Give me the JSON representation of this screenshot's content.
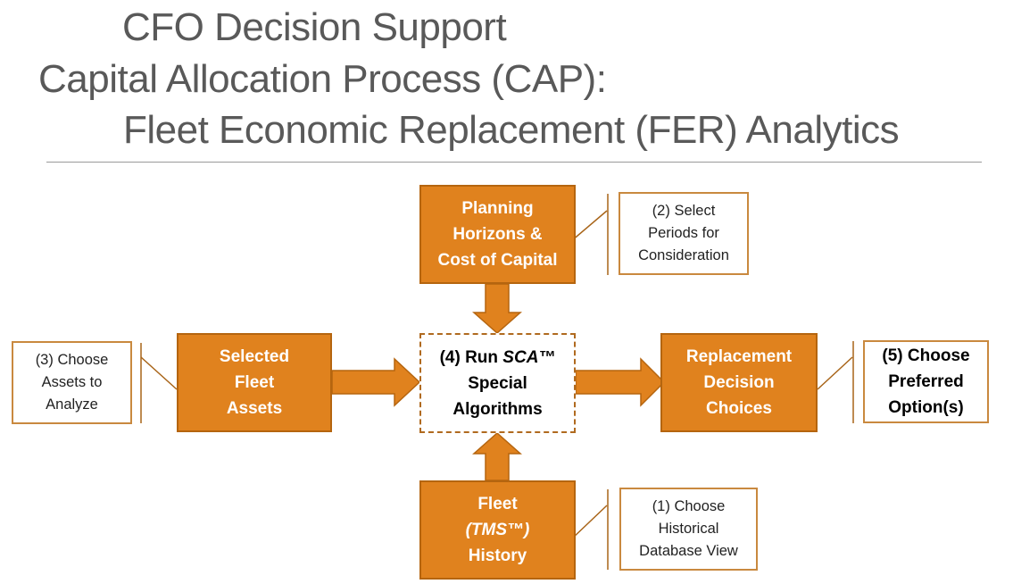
{
  "title": {
    "line1": "CFO Decision Support",
    "line2": "Capital Allocation Process (CAP):",
    "line3": "Fleet Economic Replacement (FER) Analytics"
  },
  "boxes": {
    "planning": "Planning\nHorizons &\nCost of Capital",
    "selected": "Selected\nFleet\nAssets",
    "replacement": "Replacement\nDecision\nChoices",
    "history_line1": "Fleet",
    "history_line2": "(TMS™)",
    "history_line3": "History"
  },
  "center": {
    "prefix": "(4) Run ",
    "italic": "SCA™",
    "line2": "Special",
    "line3": "Algorithms"
  },
  "callouts": {
    "select_periods": "(2) Select\nPeriods for\nConsideration",
    "choose_assets": "(3) Choose\nAssets to\nAnalyze",
    "choose_preferred": "(5) Choose\nPreferred\nOption(s)",
    "choose_historical": "(1) Choose\nHistorical\nDatabase View"
  },
  "colors": {
    "box_fill": "#e0821e",
    "box_border": "#b5650f",
    "arrow_fill": "#e0821e",
    "title_text": "#595959"
  }
}
